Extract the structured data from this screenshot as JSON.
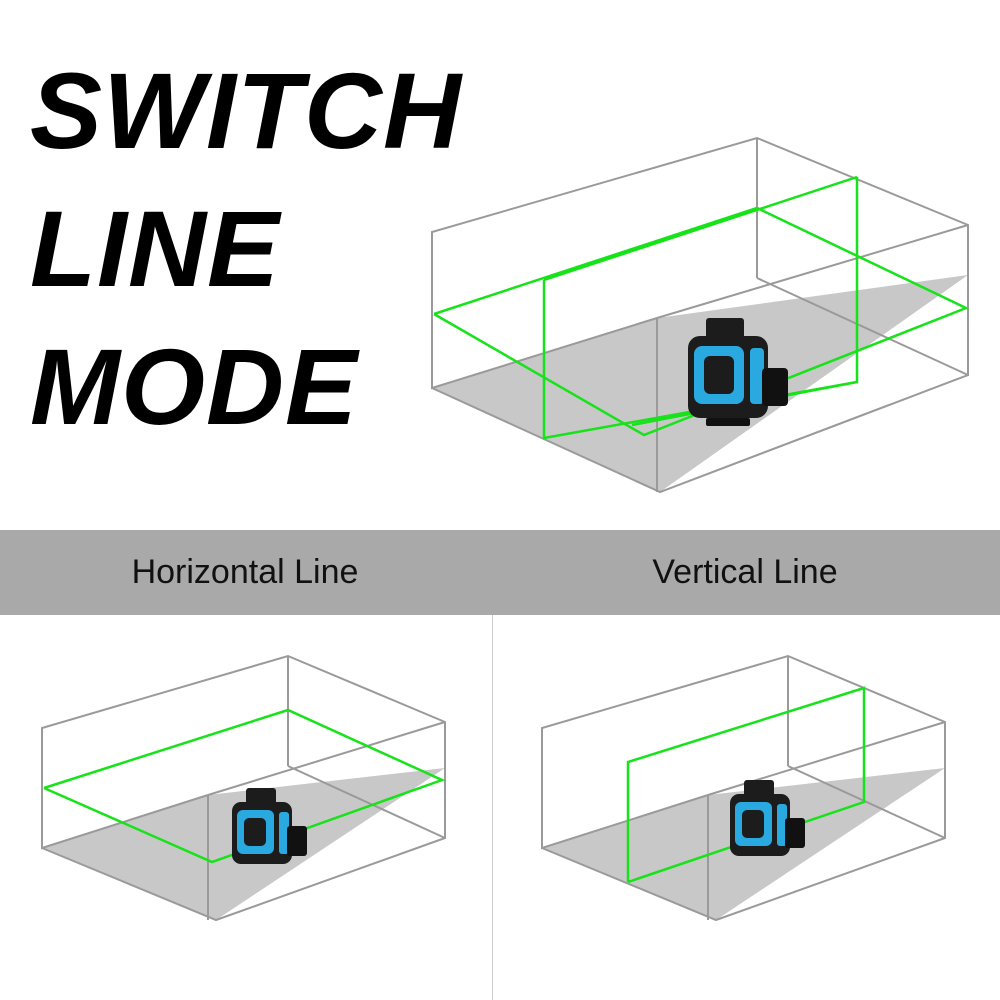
{
  "headline": [
    "SWITCH",
    "LINE",
    "MODE"
  ],
  "modes": [
    {
      "label": "Horizontal Line"
    },
    {
      "label": "Vertical Line"
    }
  ],
  "colors": {
    "laser": "#17e21a",
    "band": "#a9a9a9",
    "box_edge": "#9a9a9a",
    "floor": "#c8c8c8",
    "device_accent": "#2aa9e0",
    "device_body": "#1c1c1c"
  },
  "icons": [
    "laser-level-device-icon",
    "room-box-icon"
  ]
}
